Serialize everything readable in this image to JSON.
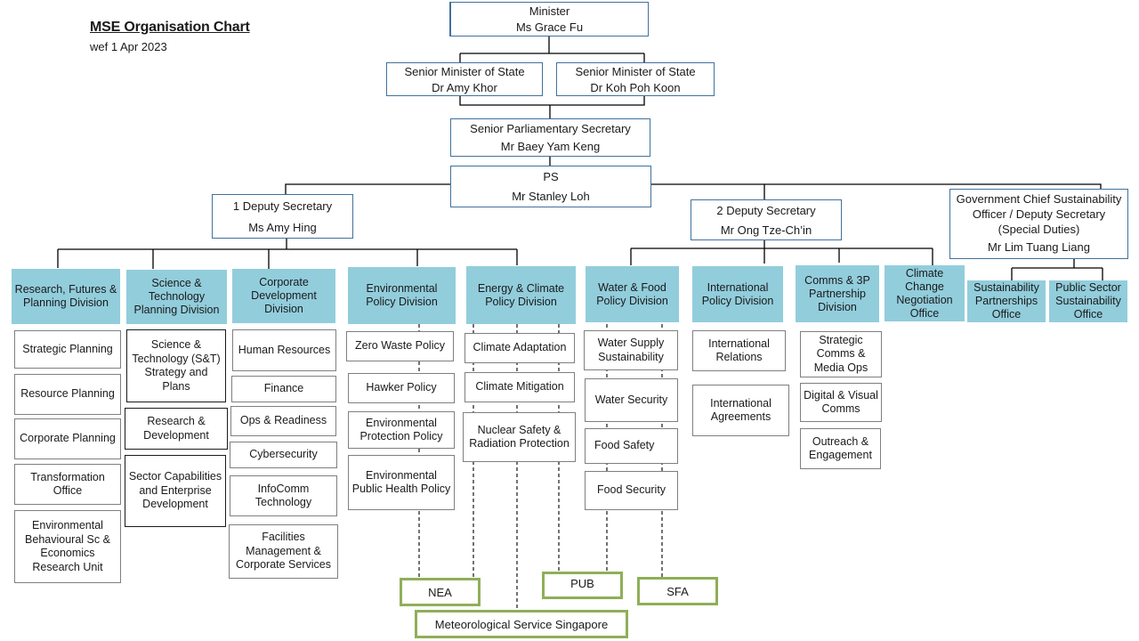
{
  "header": {
    "title": "MSE Organisation Chart",
    "subtitle": "wef 1 Apr 2023"
  },
  "leadership": {
    "minister": {
      "role": "Minister",
      "name": "Ms Grace Fu"
    },
    "smos_1": {
      "role": "Senior Minister of State",
      "name": "Dr Amy Khor"
    },
    "smos_2": {
      "role": "Senior Minister of State",
      "name": "Dr Koh Poh Koon"
    },
    "sps": {
      "role": "Senior Parliamentary Secretary",
      "name": "Mr Baey Yam Keng"
    },
    "ps": {
      "role": "PS",
      "name": "Mr Stanley Loh"
    },
    "ds1": {
      "role": "1 Deputy Secretary",
      "name": "Ms Amy Hing"
    },
    "ds2": {
      "role": "2 Deputy Secretary",
      "name": "Mr Ong Tze-Ch’in"
    },
    "gcso": {
      "role": "Government  Chief Sustainability Officer / Deputy Secretary (Special Duties)",
      "name": "Mr Lim Tuang Liang"
    }
  },
  "divisions": [
    {
      "name": "Research, Futures & Planning Division",
      "units": [
        "Strategic Planning",
        "Resource Planning",
        "Corporate Planning",
        "Transformation Office",
        "Environmental Behavioural Sc & Economics Research Unit"
      ]
    },
    {
      "name": "Science & Technology Planning Division",
      "units": [
        "Science & Technology (S&T) Strategy and Plans",
        "Research & Development",
        "Sector Capabilities and Enterprise Development"
      ]
    },
    {
      "name": "Corporate Development Division",
      "units": [
        "Human Resources",
        "Finance",
        "Ops & Readiness",
        "Cybersecurity",
        "InfoComm Technology",
        "Facilities Management & Corporate Services"
      ]
    },
    {
      "name": "Environmental Policy Division",
      "units": [
        "Zero Waste Policy",
        "Hawker Policy",
        "Environmental Protection Policy",
        "Environmental Public Health Policy"
      ]
    },
    {
      "name": "Energy & Climate Policy Division",
      "units": [
        "Climate Adaptation",
        "Climate Mitigation",
        "Nuclear Safety & Radiation Protection"
      ]
    },
    {
      "name": "Water & Food Policy Division",
      "units": [
        "Water Supply Sustainability",
        "Water Security",
        "Food Safety",
        "Food Security"
      ]
    },
    {
      "name": "International Policy Division",
      "units": [
        "International Relations",
        "International Agreements"
      ]
    },
    {
      "name": "Comms & 3P Partnership Division",
      "units": [
        "Strategic Comms & Media Ops",
        "Digital & Visual Comms",
        "Outreach & Engagement"
      ]
    },
    {
      "name": "Climate Change Negotiation Office",
      "units": []
    },
    {
      "name": "Sustainability Partnerships Office",
      "units": []
    },
    {
      "name": "Public Sector Sustainability Office",
      "units": []
    }
  ],
  "agencies": [
    "NEA",
    "PUB",
    "SFA",
    "Meteorological Service Singapore"
  ],
  "colors": {
    "division_fill": "#92cddc",
    "lead_border": "#41719c",
    "agency_border": "#8faf58",
    "unit_border": "#7f7f7f"
  }
}
